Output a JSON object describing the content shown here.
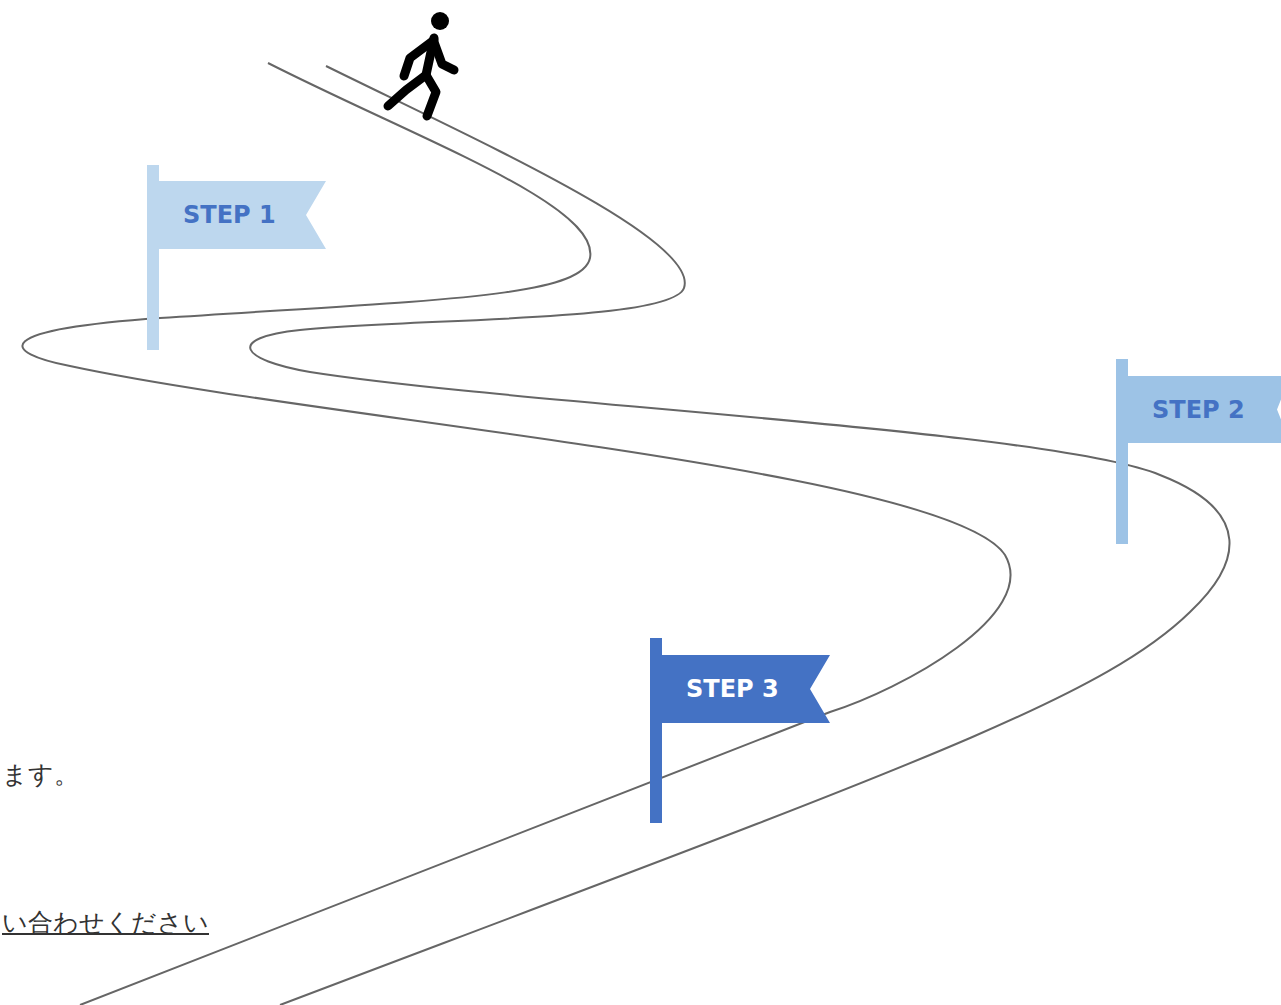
{
  "diagram": {
    "nodes": [
      {
        "text": [
          "STEP 1"
        ]
      },
      {
        "text": [
          "STEP 2"
        ]
      },
      {
        "text": [
          "STEP 3"
        ]
      }
    ],
    "labels": [
      "ます。",
      "い合わせください"
    ]
  }
}
